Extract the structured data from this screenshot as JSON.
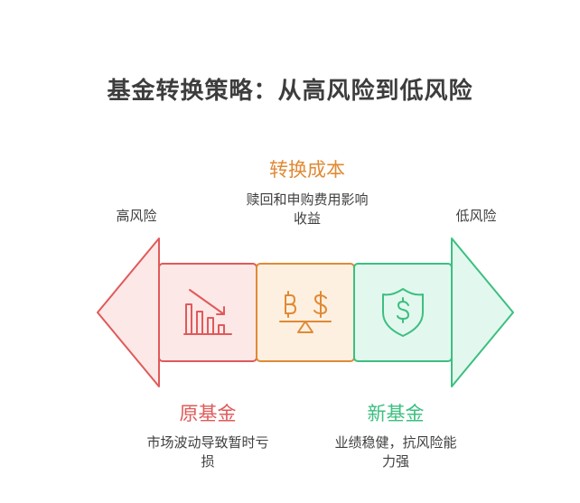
{
  "title": "基金转换策略：从高风险到低风险",
  "left_label": "高风险",
  "right_label": "低风险",
  "middle": {
    "heading": "转换成本",
    "desc_line1": "赎回和申购费用影响",
    "desc_line2": "收益"
  },
  "old_fund": {
    "heading": "原基金",
    "desc_line1": "市场波动导致暂时亏",
    "desc_line2": "损"
  },
  "new_fund": {
    "heading": "新基金",
    "desc_line1": "业绩稳健，抗风险能",
    "desc_line2": "力强"
  },
  "icons": {
    "left": "declining-bar-chart-icon",
    "middle": "currency-balance-scale-icon",
    "right": "dollar-shield-icon"
  },
  "colors": {
    "red": "#e05a5a",
    "red_fill": "#fde8e8",
    "orange": "#e08a35",
    "orange_fill": "#fdf0e0",
    "green": "#3cbf80",
    "green_fill": "#e2f8ee",
    "text": "#3f3f3f"
  }
}
